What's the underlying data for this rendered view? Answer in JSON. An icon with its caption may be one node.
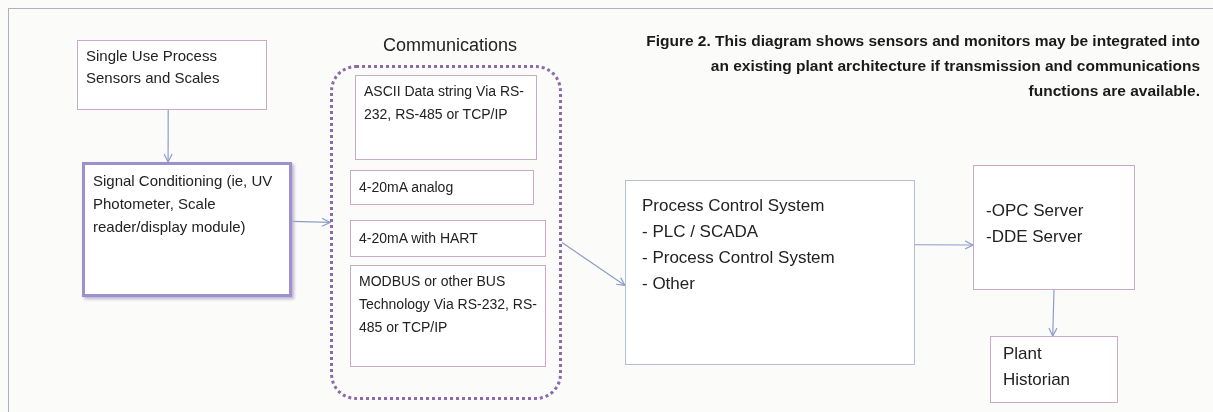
{
  "diagram": {
    "caption": "Figure 2. This diagram shows sensors and monitors may be integrated into an existing plant architecture if transmission and communications functions are available.",
    "nodes": [
      {
        "text": [
          "Single Use Process Sensors and Scales"
        ]
      },
      {
        "text": [
          "Signal Conditioning (ie, UV Photometer, Scale reader/display module)"
        ]
      },
      {
        "text": [
          "Communications"
        ]
      },
      {
        "text": [
          "ASCII Data string Via RS-232, RS-485 or TCP/IP"
        ],
        "in": 2
      },
      {
        "text": [
          "4-20mA analog"
        ],
        "in": 2
      },
      {
        "text": [
          "4-20mA with HART"
        ],
        "in": 2
      },
      {
        "text": [
          "MODBUS  or other BUS Technology Via RS-232, RS-485 or TCP/IP"
        ],
        "in": 2
      },
      {
        "text": [
          "Process Control System",
          "- PLC / SCADA",
          "- Process Control System",
          "- Other"
        ]
      },
      {
        "text": [
          "-OPC Server",
          "-DDE Server"
        ]
      },
      {
        "text": [
          "Plant Historian"
        ]
      }
    ],
    "edges": [
      {
        "from": 0,
        "to": 1,
        "arrow": "to"
      },
      {
        "from": 1,
        "to": 2,
        "arrow": "to"
      },
      {
        "from": 2,
        "to": 7,
        "arrow": "to"
      },
      {
        "from": 7,
        "to": 8,
        "arrow": "to"
      },
      {
        "from": 8,
        "to": 9,
        "arrow": "to"
      }
    ]
  }
}
